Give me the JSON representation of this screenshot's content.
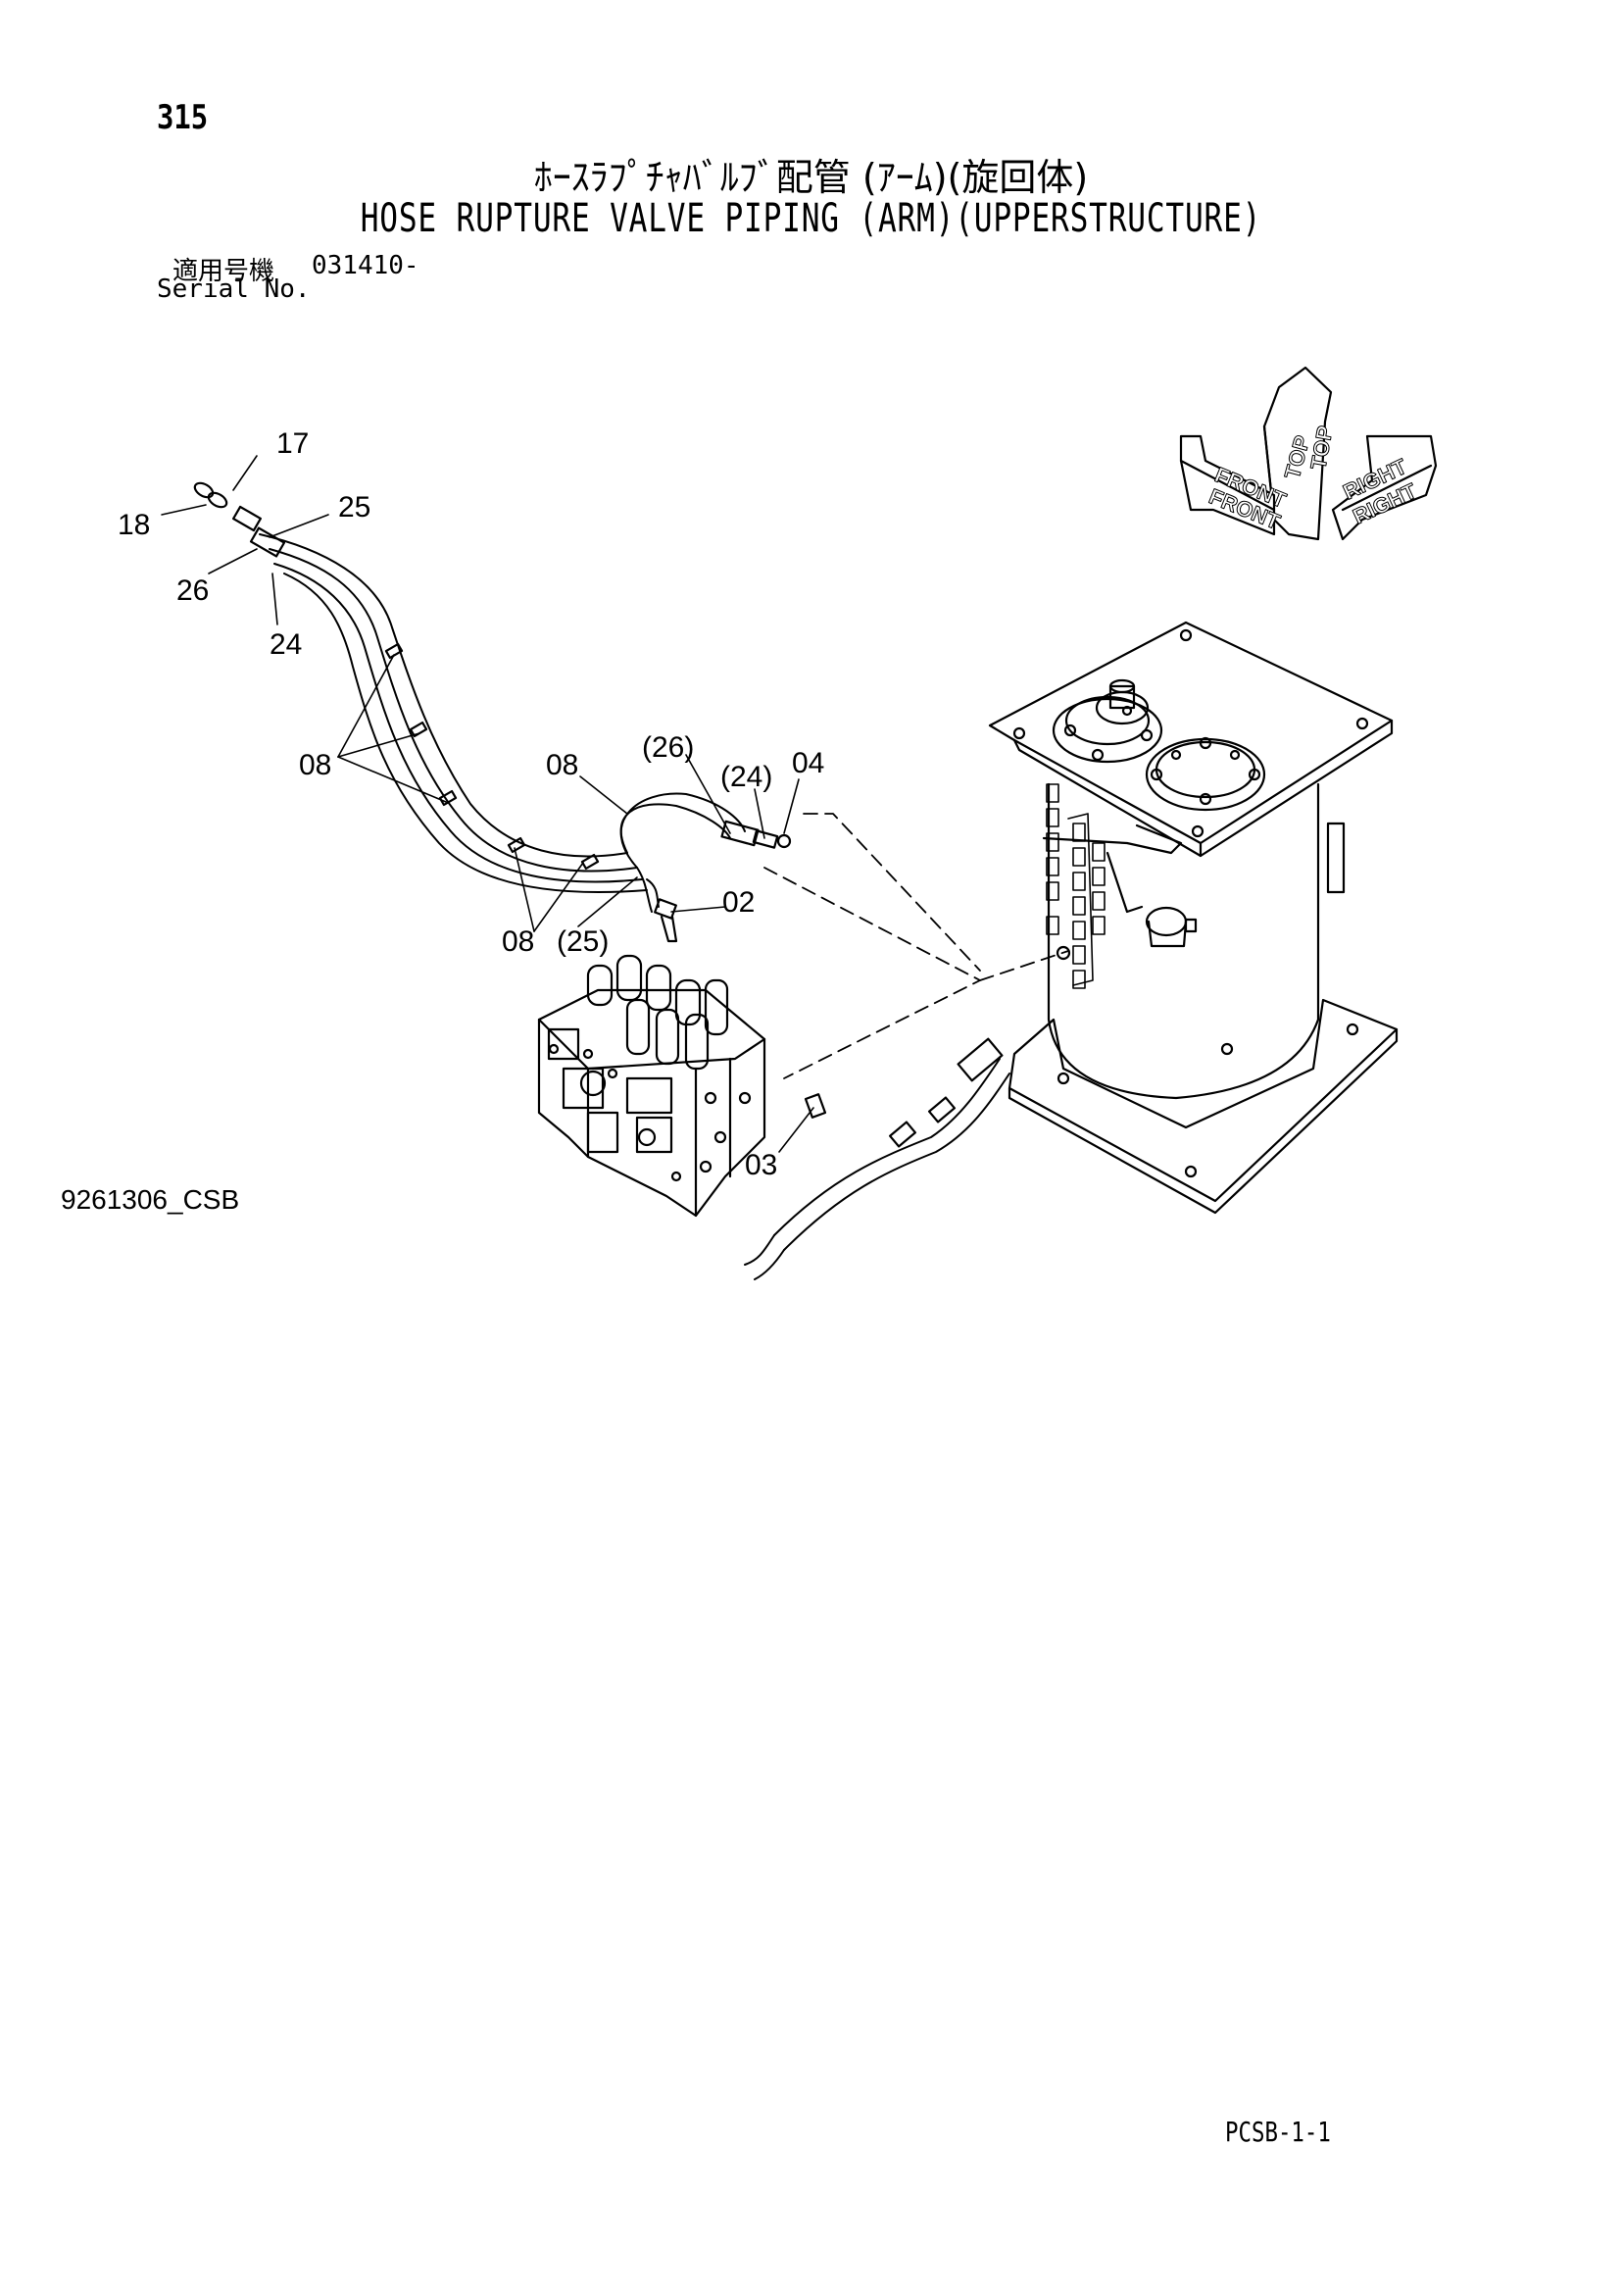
{
  "header": {
    "page_number": "315",
    "title_jp": "ﾎｰｽﾗﾌﾟﾁｬﾊﾞﾙﾌﾞ配管 (ｱｰﾑ)(旋回体)",
    "title_en": "HOSE RUPTURE VALVE PIPING (ARM)(UPPERSTRUCTURE)",
    "serial_label_jp": "適用号機",
    "serial_value": "031410-",
    "serial_label_en": "Serial No."
  },
  "orientation": {
    "top": "TOP",
    "front": "FRONT",
    "right": "RIGHT"
  },
  "callouts": {
    "c17": "17",
    "c18": "18",
    "c25": "25",
    "c26": "26",
    "c24": "24",
    "c08a": "08",
    "c08b": "08",
    "c26p": "(26)",
    "c24p": "(24)",
    "c04": "04",
    "c02": "02",
    "c08c": "08",
    "c25p": "(25)",
    "c03": "03"
  },
  "footer": {
    "drawing_code": "9261306_CSB",
    "sheet_code": "PCSB-1-1"
  }
}
